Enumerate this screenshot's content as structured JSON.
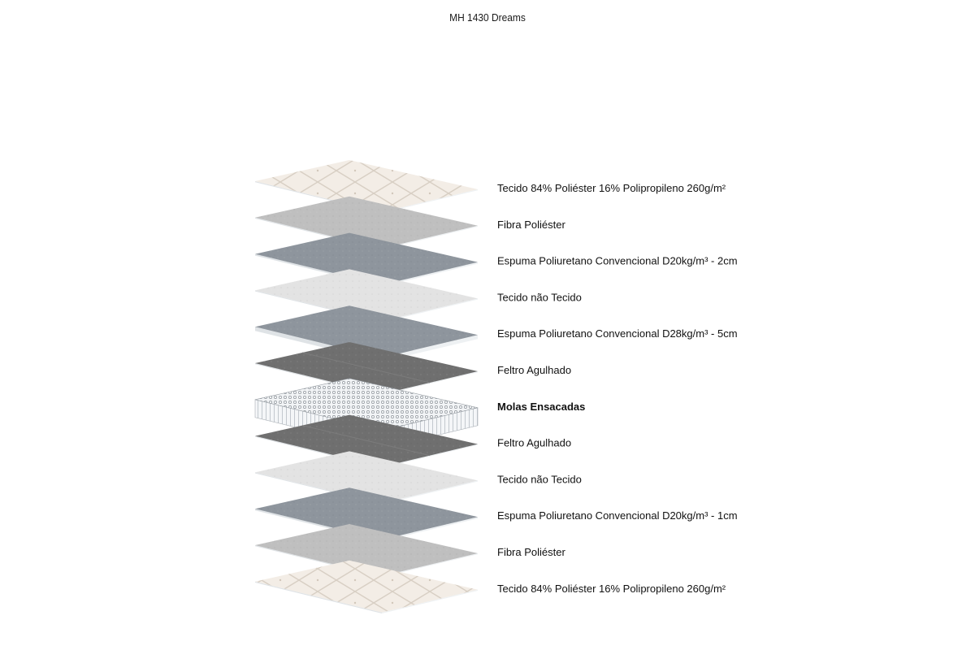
{
  "title": "MH 1430 Dreams",
  "layers": [
    {
      "label": "Tecido 84% Poliéster 16% Polipropileno 260g/m²",
      "material": "quilted-fabric",
      "bold": false
    },
    {
      "label": "Fibra Poliéster",
      "material": "fiber",
      "bold": false
    },
    {
      "label": "Espuma Poliuretano Convencional D20kg/m³ - 2cm",
      "material": "foam",
      "bold": false
    },
    {
      "label": "Tecido não Tecido",
      "material": "non-woven",
      "bold": false
    },
    {
      "label": "Espuma Poliuretano Convencional D28kg/m³ - 5cm",
      "material": "foam-thick",
      "bold": false
    },
    {
      "label": "Feltro Agulhado",
      "material": "felt",
      "bold": false
    },
    {
      "label": "Molas Ensacadas",
      "material": "pocket-springs",
      "bold": true
    },
    {
      "label": "Feltro Agulhado",
      "material": "felt",
      "bold": false
    },
    {
      "label": "Tecido não Tecido",
      "material": "non-woven",
      "bold": false
    },
    {
      "label": "Espuma Poliuretano Convencional D20kg/m³ - 1cm",
      "material": "foam",
      "bold": false
    },
    {
      "label": "Fibra Poliéster",
      "material": "fiber",
      "bold": false
    },
    {
      "label": "Tecido 84% Poliéster 16% Polipropileno 260g/m²",
      "material": "quilted-fabric",
      "bold": false
    }
  ],
  "colors": {
    "quilted-fabric": "#f1ebe4",
    "fiber": "#bfbfbf",
    "foam": "#8e959d",
    "non-woven": "#e3e3e3",
    "foam-thick": "#8e959d",
    "felt": "#6f6f6f",
    "pocket-springs": "#e9ecef"
  }
}
